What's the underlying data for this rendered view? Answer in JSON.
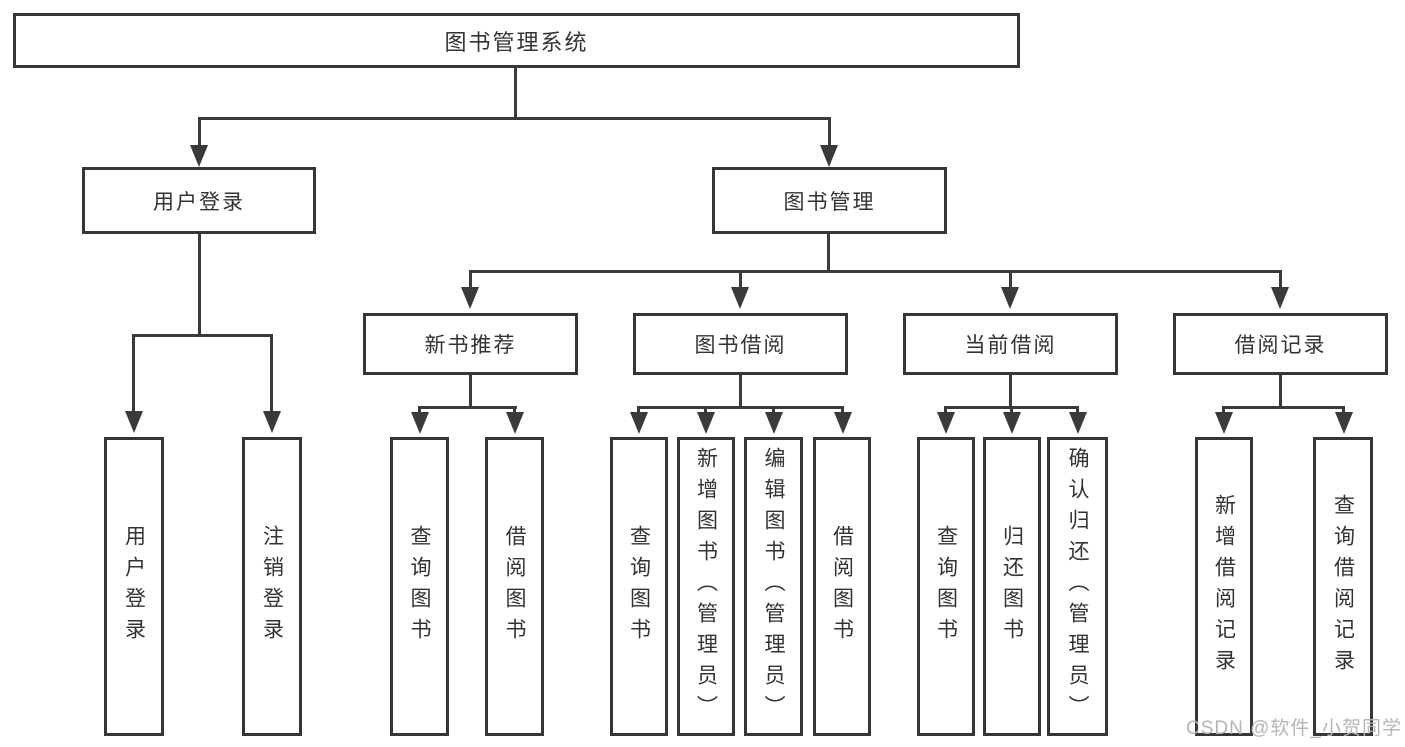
{
  "diagram_title": "图书管理系统",
  "watermark": "CSDN @软件_小贺同学",
  "colors": {
    "background": "#ffffff",
    "line": "#3a3a3a",
    "box_border": "#363636",
    "text": "#333333",
    "watermark": "#b5b5b5"
  },
  "nodes": {
    "root": {
      "label": "图书管理系统"
    },
    "user_login": {
      "label": "用户登录"
    },
    "book_manage": {
      "label": "图书管理"
    },
    "new_book": {
      "label": "新书推荐"
    },
    "book_borrow": {
      "label": "图书借阅"
    },
    "current_borrow": {
      "label": "当前借阅"
    },
    "borrow_record": {
      "label": "借阅记录"
    },
    "leaf_user_login": {
      "label": "用户登录"
    },
    "leaf_logout": {
      "label": "注销登录"
    },
    "leaf_nb_query": {
      "label": "查询图书"
    },
    "leaf_nb_borrow": {
      "label": "借阅图书"
    },
    "leaf_bb_query": {
      "label": "查询图书"
    },
    "leaf_bb_add": {
      "label": "新增图书（管理员）"
    },
    "leaf_bb_edit": {
      "label": "编辑图书（管理员）"
    },
    "leaf_bb_borrow": {
      "label": "借阅图书"
    },
    "leaf_cb_query": {
      "label": "查询图书"
    },
    "leaf_cb_return": {
      "label": "归还图书"
    },
    "leaf_cb_confirm": {
      "label": "确认归还（管理员）"
    },
    "leaf_br_add": {
      "label": "新增借阅记录"
    },
    "leaf_br_query": {
      "label": "查询借阅记录"
    }
  },
  "hierarchy": {
    "图书管理系统": [
      "用户登录",
      "图书管理"
    ],
    "用户登录": [
      "用户登录",
      "注销登录"
    ],
    "图书管理": [
      "新书推荐",
      "图书借阅",
      "当前借阅",
      "借阅记录"
    ],
    "新书推荐": [
      "查询图书",
      "借阅图书"
    ],
    "图书借阅": [
      "查询图书",
      "新增图书（管理员）",
      "编辑图书（管理员）",
      "借阅图书"
    ],
    "当前借阅": [
      "查询图书",
      "归还图书",
      "确认归还（管理员）"
    ],
    "借阅记录": [
      "新增借阅记录",
      "查询借阅记录"
    ]
  }
}
